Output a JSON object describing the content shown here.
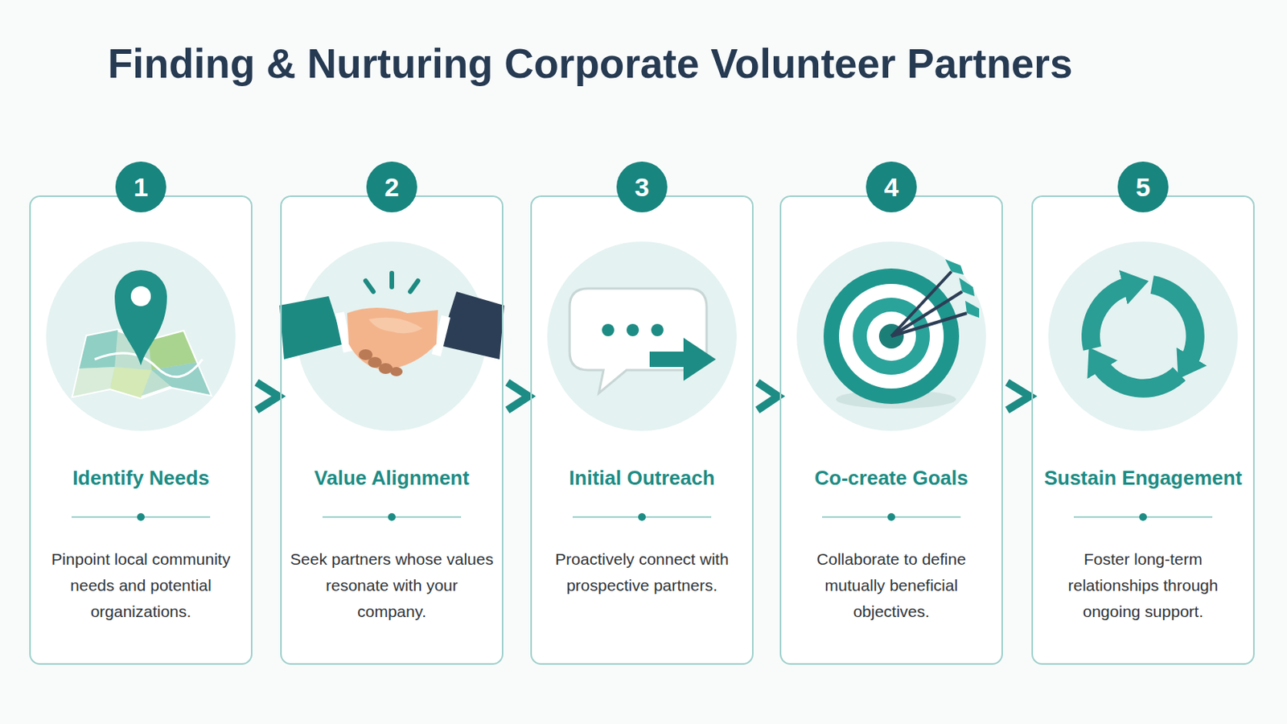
{
  "diagram": {
    "title": "Finding & Nurturing Corporate Volunteer Partners",
    "nodes": [
      {
        "text": [
          "Identify Needs",
          "Pinpoint local community needs and potential organizations."
        ]
      },
      {
        "text": [
          "Value Alignment",
          "Seek partners whose values resonate with your company."
        ]
      },
      {
        "text": [
          "Initial Outreach",
          "Proactively connect with prospective partners."
        ]
      },
      {
        "text": [
          "Co-create Goals",
          "Collaborate to define mutually beneficial objectives."
        ]
      },
      {
        "text": [
          "Sustain Engagement",
          "Foster long-term relationships through ongoing support."
        ]
      }
    ],
    "edges": [
      {
        "from": 0,
        "to": 1,
        "arrow": "to"
      },
      {
        "from": 1,
        "to": 2,
        "arrow": "to"
      },
      {
        "from": 2,
        "to": 3,
        "arrow": "to"
      },
      {
        "from": 3,
        "to": 4,
        "arrow": "to"
      }
    ],
    "labels": [
      "1",
      "2",
      "3",
      "4",
      "5"
    ]
  }
}
